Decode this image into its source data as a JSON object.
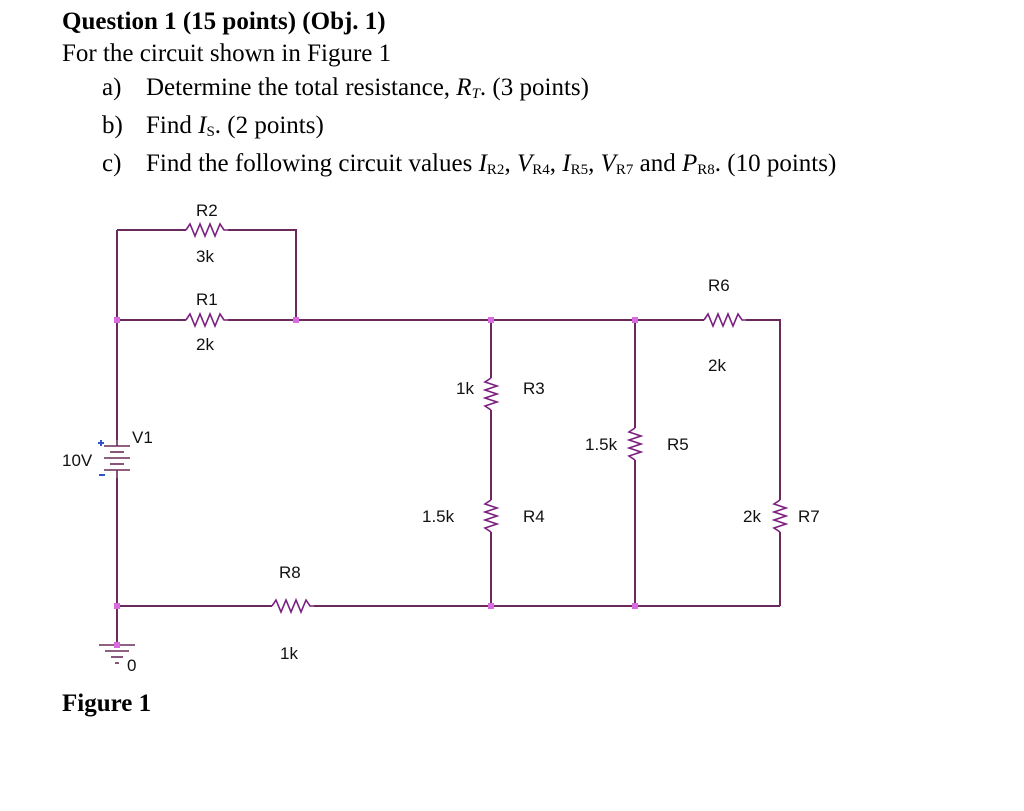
{
  "question": {
    "title": "Question 1 (15 points) (Obj. 1)",
    "intro": "For the circuit shown in Figure 1",
    "items": [
      {
        "letter": "a)",
        "parts": [
          "Determine the total resistance, ",
          "R",
          "T",
          ". (3 points)"
        ]
      },
      {
        "letter": "b)",
        "parts": [
          "Find ",
          "I",
          "S",
          ". (2 points)"
        ]
      },
      {
        "letter": "c)",
        "text": "Find the following circuit values",
        "values": [
          "IR2",
          "VR4",
          "IR5",
          "VR7",
          "PR8"
        ],
        "join": "and",
        "points": "(10 points)"
      }
    ]
  },
  "figure_caption": "Figure 1",
  "circuit": {
    "components": [
      {
        "ref": "R2",
        "value": "3k"
      },
      {
        "ref": "R1",
        "value": "2k"
      },
      {
        "ref": "R3",
        "value": "1k"
      },
      {
        "ref": "R4",
        "value": "1.5k"
      },
      {
        "ref": "R5",
        "value": "1.5k"
      },
      {
        "ref": "R6",
        "value": "2k"
      },
      {
        "ref": "R7",
        "value": "2k"
      },
      {
        "ref": "R8",
        "value": "1k"
      },
      {
        "ref": "V1",
        "value": "10V"
      }
    ],
    "ground_label": "0",
    "colors": {
      "wire": "#6b2a5c",
      "node": "#d86be0",
      "resistor": "#7a1f7f",
      "source_mark": "#3355cc"
    }
  }
}
